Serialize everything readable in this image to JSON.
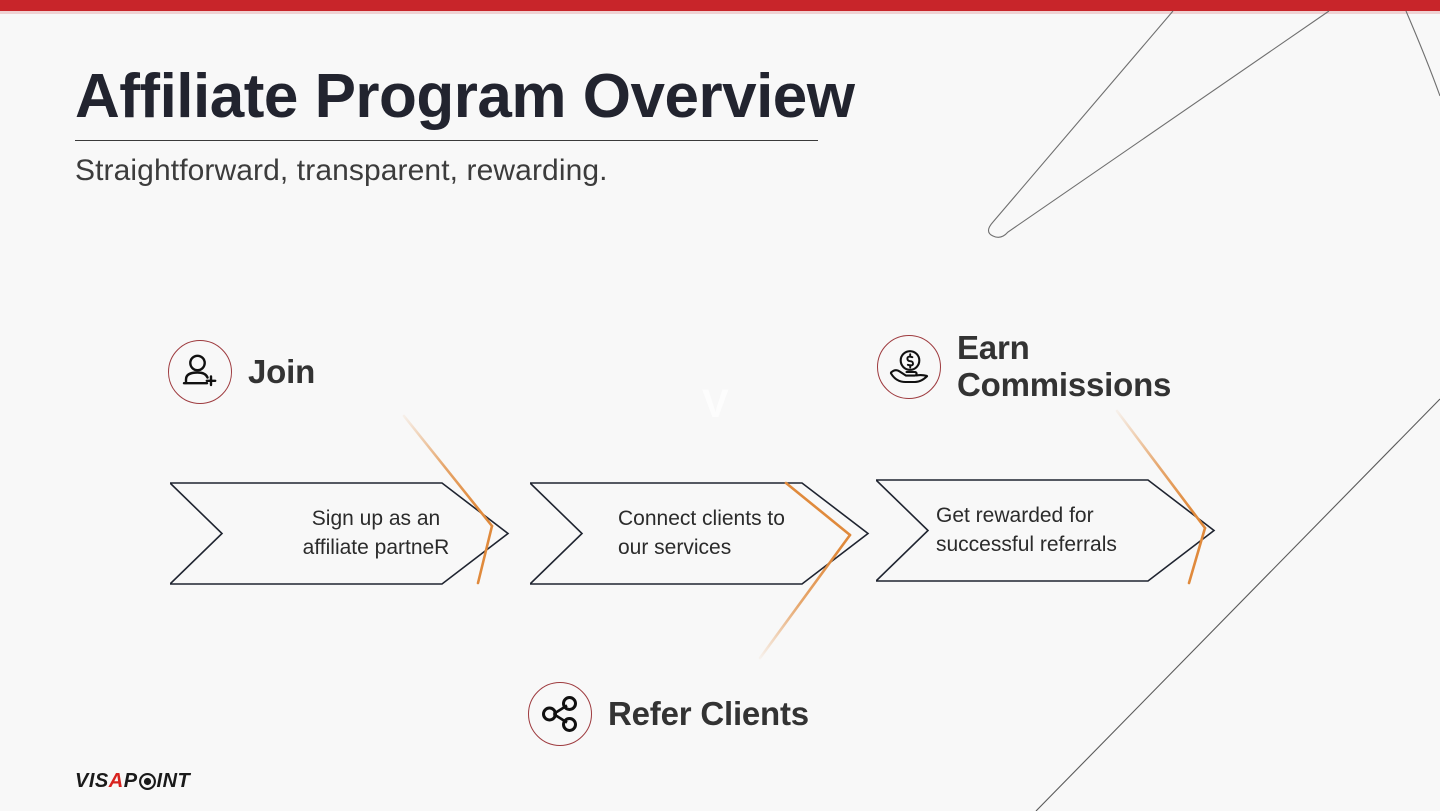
{
  "slide": {
    "title": "Affiliate Program Overview",
    "subtitle": "Straightforward, transparent, rewarding.",
    "watermark": "V",
    "accent_red": "#c8252a",
    "accent_orange": "#e08a3c",
    "circle_ring_color": "#9e3b3f",
    "background": "#f8f8f8",
    "text_color": "#22242f"
  },
  "steps": [
    {
      "id": "join",
      "label": "Join",
      "icon": "person-add-icon",
      "banner_text": "Sign up as an\naffiliate partneR"
    },
    {
      "id": "refer",
      "label": "Refer Clients",
      "icon": "share-network-icon",
      "banner_text": "Connect clients to\nour services"
    },
    {
      "id": "earn",
      "label": "Earn\nCommissions",
      "icon": "hand-coin-icon",
      "banner_text": "Get rewarded for\nsuccessful referrals"
    }
  ],
  "logo": {
    "part1": "VIS",
    "part_red": "A",
    "part2": "P",
    "globe": "O",
    "part3": "INT",
    "full": "VISAPOINT"
  }
}
